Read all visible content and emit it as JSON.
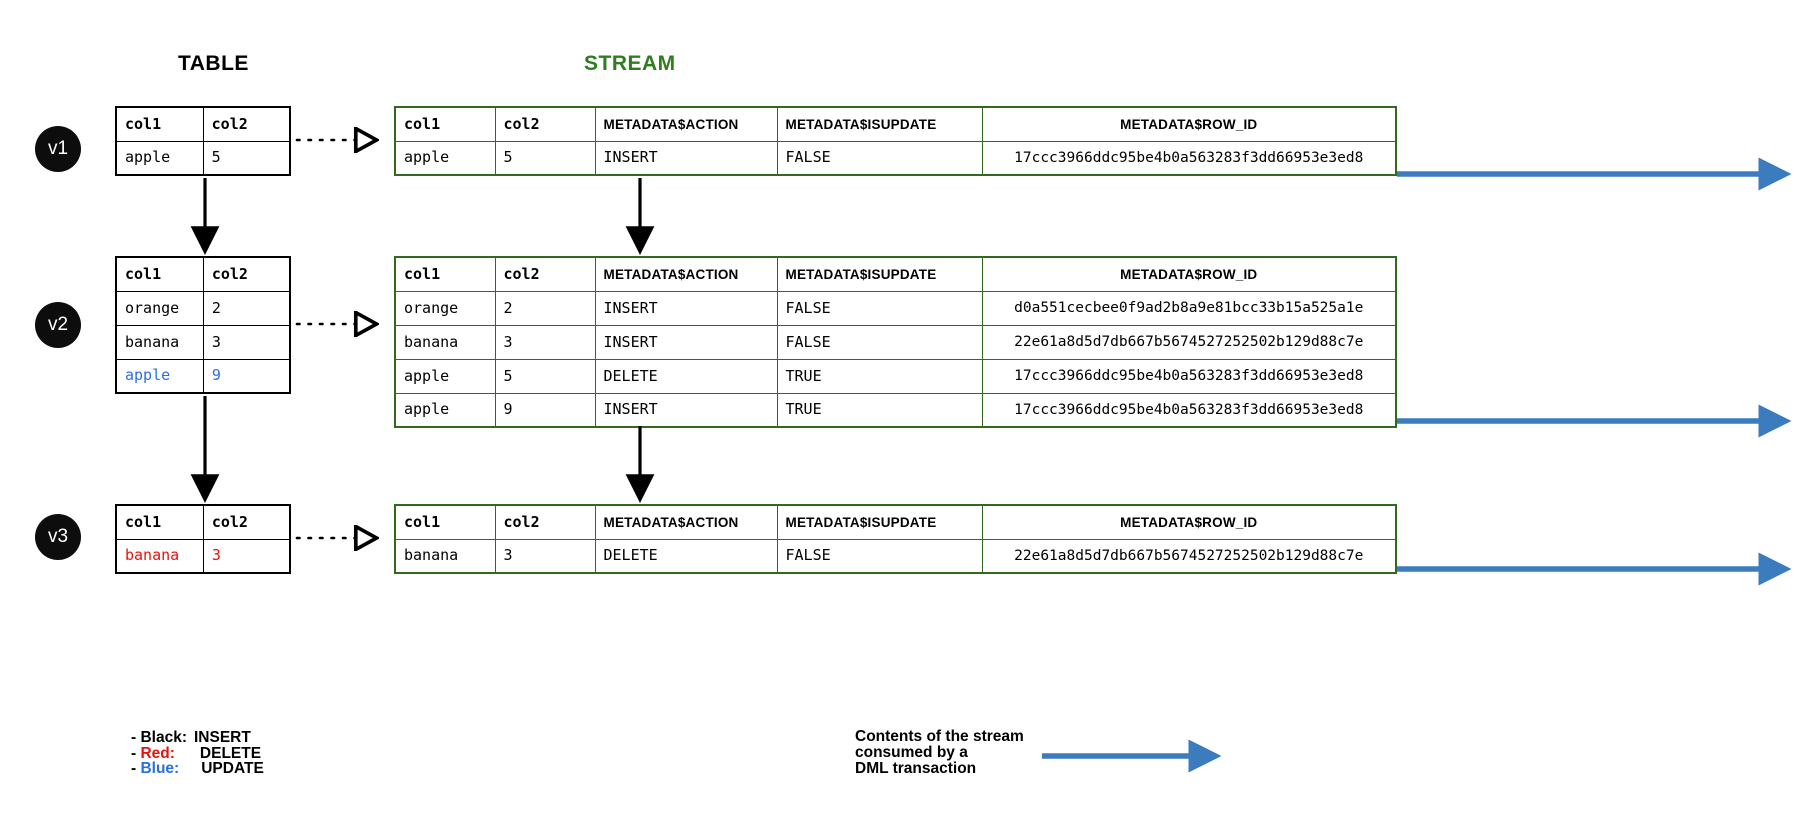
{
  "headings": {
    "table": "TABLE",
    "stream": "STREAM",
    "stream_color": "#2e7d1f",
    "table_color": "#000000"
  },
  "versions": [
    {
      "label": "v1"
    },
    {
      "label": "v2"
    },
    {
      "label": "v3"
    }
  ],
  "table_columns": [
    "col1",
    "col2"
  ],
  "stream_columns": [
    "col1",
    "col2",
    "METADATA$ACTION",
    "METADATA$ISUPDATE",
    "METADATA$ROW_ID"
  ],
  "snapshots": [
    {
      "version": "v1",
      "table_rows": [
        {
          "col1": "apple",
          "col2": "5",
          "color": "black"
        }
      ],
      "stream_rows": [
        {
          "col1": "apple",
          "col2": "5",
          "action": "INSERT",
          "isupdate": "FALSE",
          "row_id": "17ccc3966ddc95be4b0a563283f3dd66953e3ed8"
        }
      ]
    },
    {
      "version": "v2",
      "table_rows": [
        {
          "col1": "orange",
          "col2": "2",
          "color": "black"
        },
        {
          "col1": "banana",
          "col2": "3",
          "color": "black"
        },
        {
          "col1": "apple",
          "col2": "9",
          "color": "blue"
        }
      ],
      "stream_rows": [
        {
          "col1": "orange",
          "col2": "2",
          "action": "INSERT",
          "isupdate": "FALSE",
          "row_id": "d0a551cecbee0f9ad2b8a9e81bcc33b15a525a1e"
        },
        {
          "col1": "banana",
          "col2": "3",
          "action": "INSERT",
          "isupdate": "FALSE",
          "row_id": "22e61a8d5d7db667b5674527252502b129d88c7e"
        },
        {
          "col1": "apple",
          "col2": "5",
          "action": "DELETE",
          "isupdate": "TRUE",
          "row_id": "17ccc3966ddc95be4b0a563283f3dd66953e3ed8"
        },
        {
          "col1": "apple",
          "col2": "9",
          "action": "INSERT",
          "isupdate": "TRUE",
          "row_id": "17ccc3966ddc95be4b0a563283f3dd66953e3ed8"
        }
      ]
    },
    {
      "version": "v3",
      "table_rows": [
        {
          "col1": "banana",
          "col2": "3",
          "color": "red"
        }
      ],
      "stream_rows": [
        {
          "col1": "banana",
          "col2": "3",
          "action": "DELETE",
          "isupdate": "FALSE",
          "row_id": "22e61a8d5d7db667b5674527252502b129d88c7e"
        }
      ]
    }
  ],
  "legend": [
    {
      "dash": "- ",
      "name": "Black:",
      "color": "#000000",
      "action": "INSERT"
    },
    {
      "dash": "- ",
      "name": "Red:",
      "color": "#e8120c",
      "action": "DELETE"
    },
    {
      "dash": "- ",
      "name": "Blue:",
      "color": "#2a6fdb",
      "action": "UPDATE"
    }
  ],
  "consume_caption": "Contents of the stream\nconsumed by a\nDML transaction",
  "colors": {
    "stream_border": "#33691e",
    "table_border": "#000000",
    "consume_arrow": "#3b7cbf",
    "badge_bg": "#0d0d0d"
  }
}
